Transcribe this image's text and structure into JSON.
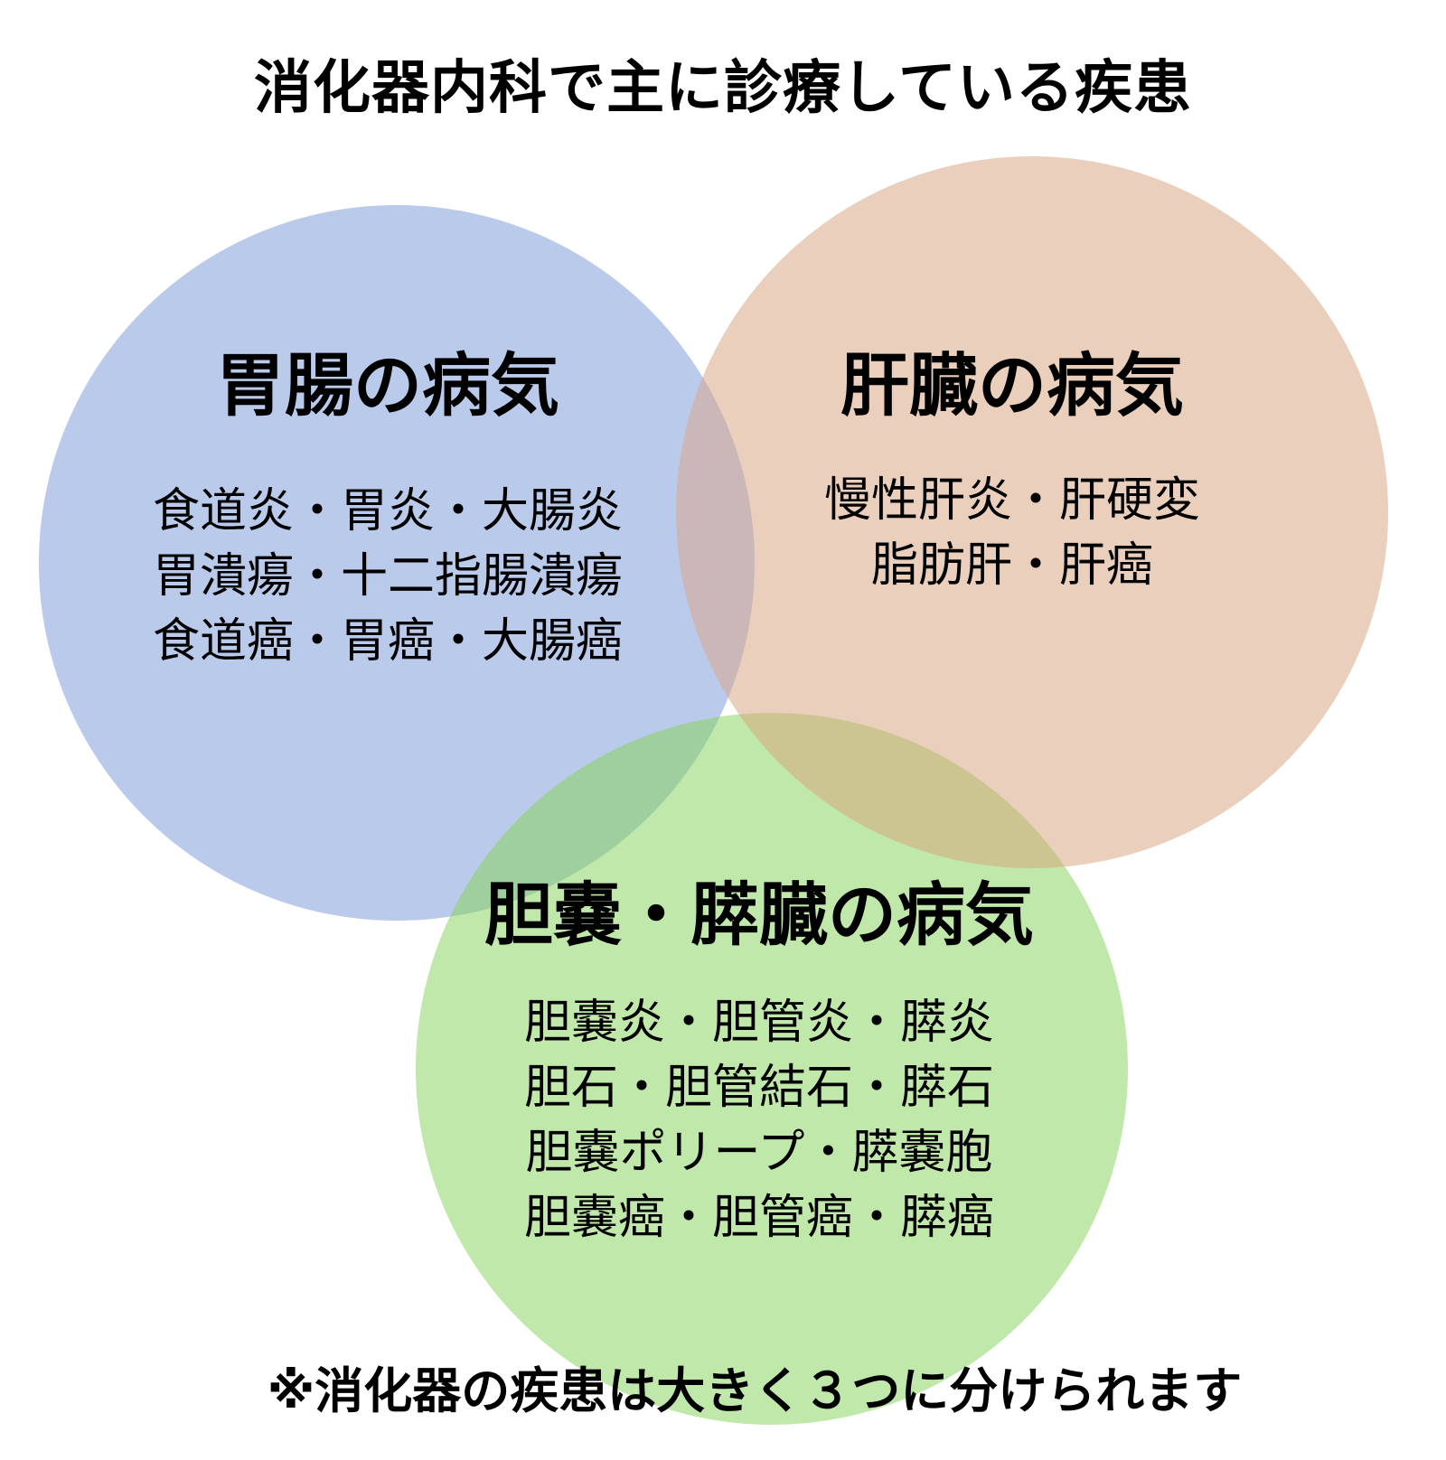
{
  "title": "消化器内科で主に診療している疾患",
  "colors": {
    "background": "#FFFFFF",
    "circle_gi": "#BACAEB",
    "circle_liver": "#EACFBC",
    "circle_biliary_pancreas": "#C1E8AB",
    "overlap_gi_liver": "#CBB7B7",
    "overlap_gi_biliary": "#9FCE9F",
    "overlap_liver_biliary": "#CCC592",
    "text": "#000000"
  },
  "circles": [
    {
      "id": "gi",
      "heading": "胃腸の病気",
      "items": [
        "食道炎・胃炎・大腸炎",
        "胃潰瘍・十二指腸潰瘍",
        "食道癌・胃癌・大腸癌"
      ]
    },
    {
      "id": "liver",
      "heading": "肝臓の病気",
      "items": [
        "慢性肝炎・肝硬変",
        "脂肪肝・肝癌"
      ]
    },
    {
      "id": "biliary_pancreas",
      "heading": "胆嚢・膵臓の病気",
      "items": [
        "胆嚢炎・胆管炎・膵炎",
        "胆石・胆管結石・膵石",
        "胆嚢ポリープ・膵嚢胞",
        "胆嚢癌・胆管癌・膵癌"
      ]
    }
  ],
  "footnote": "※消化器の疾患は大きく３つに分けられます"
}
